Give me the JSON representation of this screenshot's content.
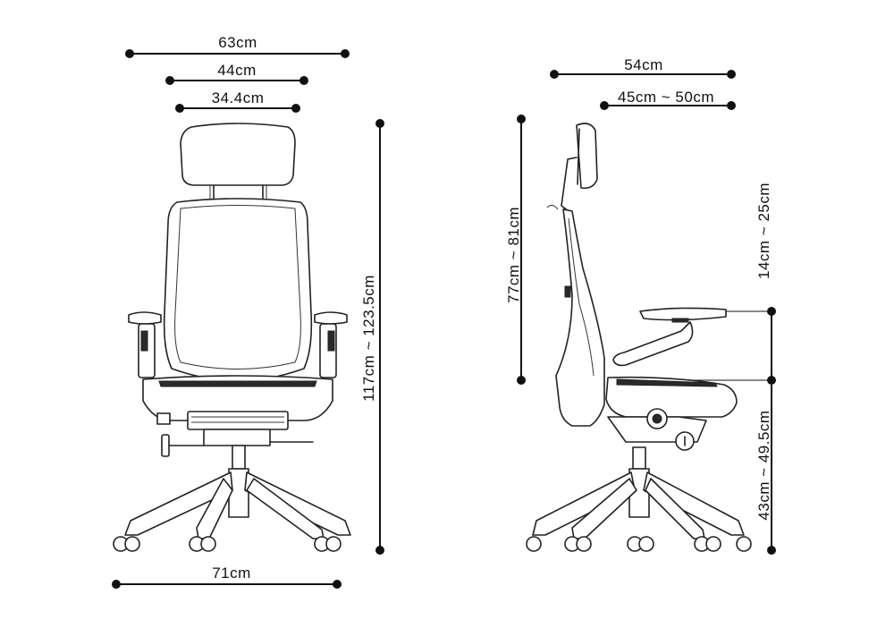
{
  "front_view": {
    "dims": {
      "overall_width": "63cm",
      "seat_width": "44cm",
      "headrest_width": "34.4cm",
      "total_height": "117cm ~ 123.5cm",
      "base_width": "71cm"
    }
  },
  "side_view": {
    "dims": {
      "depth": "54cm",
      "seat_depth": "45cm ~ 50cm",
      "backrest_height": "77cm ~ 81cm",
      "armrest_height": "14cm ~ 25cm",
      "seat_height": "43cm ~ 49.5cm"
    }
  }
}
